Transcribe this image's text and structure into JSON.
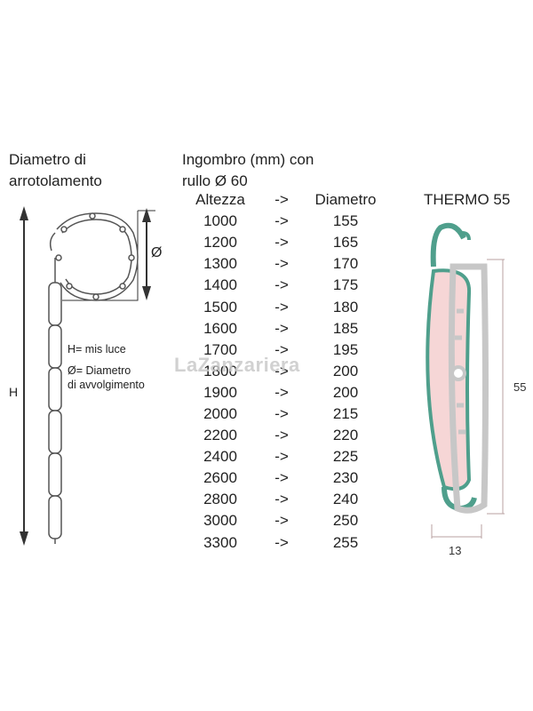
{
  "left": {
    "title_line1": "Diametro di",
    "title_line2": "arrotolamento",
    "h_label": "H",
    "diam_symbol": "Ø",
    "legend_h": "H= mis luce",
    "legend_d1": "Ø= Diametro",
    "legend_d2": "di avvolgimento"
  },
  "table": {
    "title_line1": "Ingombro (mm) con",
    "title_line2": "rullo Ø 60",
    "header": {
      "altezza": "Altezza",
      "arrow": "->",
      "diametro": "Diametro"
    },
    "rows": [
      {
        "altezza": "1000",
        "arrow": "->",
        "diametro": "155"
      },
      {
        "altezza": "1200",
        "arrow": "->",
        "diametro": "165"
      },
      {
        "altezza": "1300",
        "arrow": "->",
        "diametro": "170"
      },
      {
        "altezza": "1400",
        "arrow": "->",
        "diametro": "175"
      },
      {
        "altezza": "1500",
        "arrow": "->",
        "diametro": "180"
      },
      {
        "altezza": "1600",
        "arrow": "->",
        "diametro": "185"
      },
      {
        "altezza": "1700",
        "arrow": "->",
        "diametro": "195"
      },
      {
        "altezza": "1800",
        "arrow": "->",
        "diametro": "200"
      },
      {
        "altezza": "1900",
        "arrow": "->",
        "diametro": "200"
      },
      {
        "altezza": "2000",
        "arrow": "->",
        "diametro": "215"
      },
      {
        "altezza": "2200",
        "arrow": "->",
        "diametro": "220"
      },
      {
        "altezza": "2400",
        "arrow": "->",
        "diametro": "225"
      },
      {
        "altezza": "2600",
        "arrow": "->",
        "diametro": "230"
      },
      {
        "altezza": "2800",
        "arrow": "->",
        "diametro": "240"
      },
      {
        "altezza": "3000",
        "arrow": "->",
        "diametro": "250"
      },
      {
        "altezza": "3300",
        "arrow": "->",
        "diametro": "255"
      }
    ]
  },
  "profile": {
    "title": "THERMO 55",
    "height_label": "55",
    "width_label": "13"
  },
  "watermark": "LaZanzariera",
  "colors": {
    "green": "#4f9f8c",
    "pink": "#f6d6d6",
    "grey": "#c7c7c7",
    "dim_line": "#b9a2a2"
  }
}
